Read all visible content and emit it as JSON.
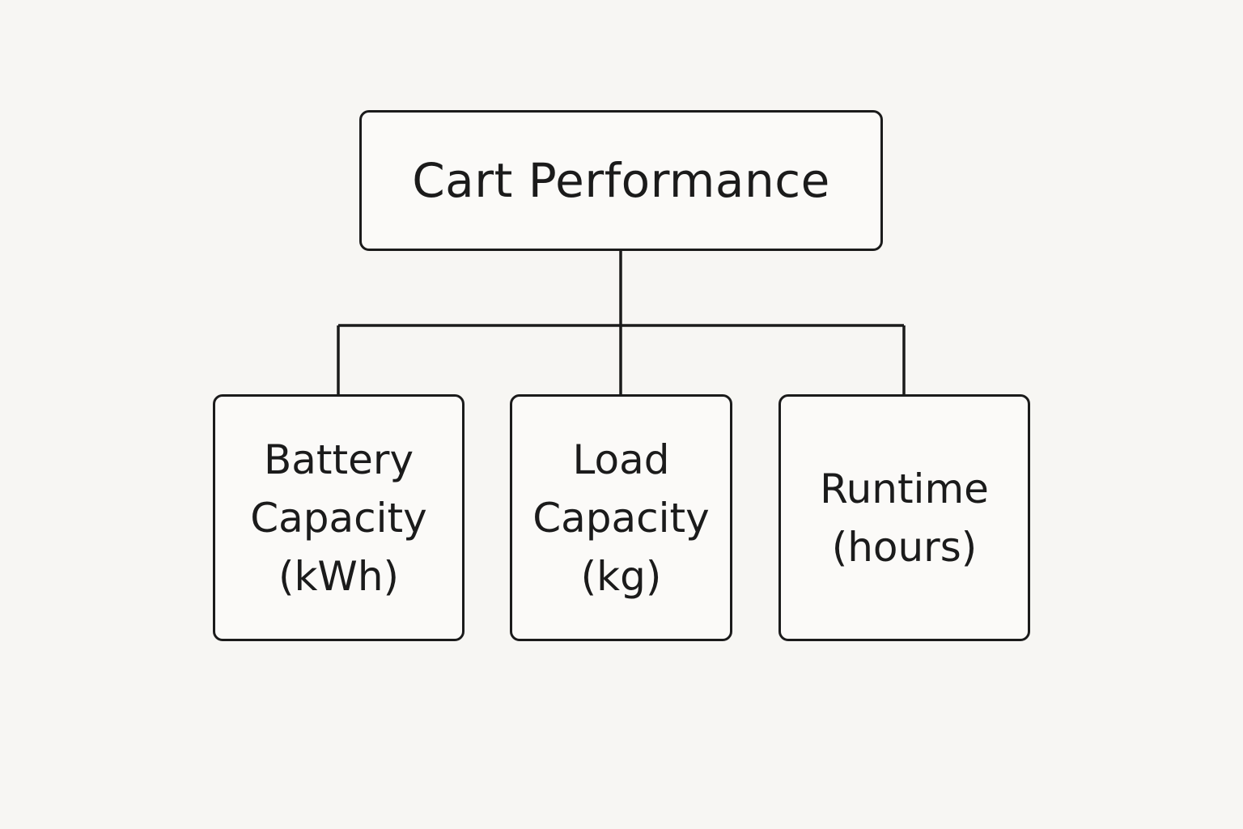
{
  "diagram": {
    "root": {
      "label": "Cart Performance"
    },
    "children": [
      {
        "lines": [
          "Battery",
          "Capacity",
          "(kWh)"
        ]
      },
      {
        "lines": [
          "Load",
          "Capacity",
          "(kg)"
        ]
      },
      {
        "lines": [
          "Runtime",
          "(hours)"
        ]
      }
    ]
  },
  "colors": {
    "background": "#f7f6f3",
    "stroke": "#1b1b1b",
    "text": "#1b1b1b"
  }
}
